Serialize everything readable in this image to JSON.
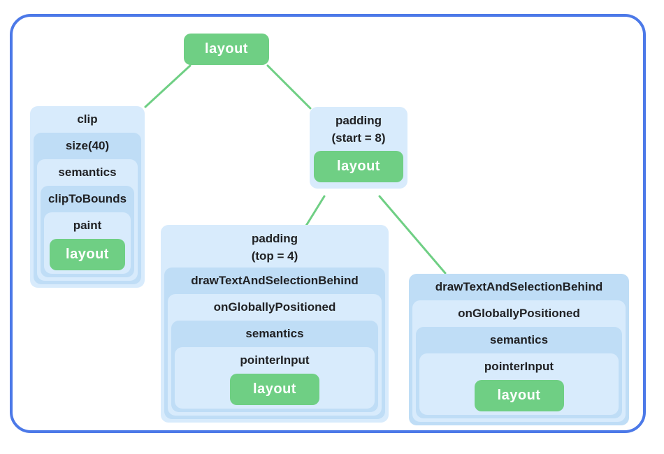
{
  "colors": {
    "frame_border": "#4C79E8",
    "node_light": "#D8EBFC",
    "node_dark": "#BFDDF6",
    "accent_green": "#6FCF84",
    "edge_green": "#6FCF84",
    "text_dark": "#202124",
    "text_on_green": "#FFFFFF"
  },
  "diagram": {
    "root": {
      "label": "layout"
    },
    "clip": {
      "label": "clip",
      "levels": [
        "size(40)",
        "semantics",
        "clipToBounds",
        "paint"
      ],
      "leaf": "layout"
    },
    "padding_start": {
      "label_line1": "padding",
      "label_line2": "(start = 8)",
      "leaf": "layout"
    },
    "padding_top": {
      "label_line1": "padding",
      "label_line2": "(top = 4)",
      "levels": [
        "drawTextAndSelectionBehind",
        "onGloballyPositioned",
        "semantics",
        "pointerInput"
      ],
      "leaf": "layout"
    },
    "draw_text": {
      "label": "drawTextAndSelectionBehind",
      "levels": [
        "onGloballyPositioned",
        "semantics",
        "pointerInput"
      ],
      "leaf": "layout"
    }
  }
}
